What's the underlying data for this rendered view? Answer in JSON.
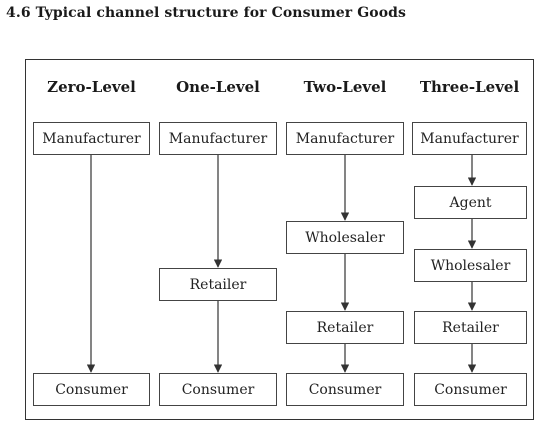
{
  "heading": "4.6 Typical channel structure for Consumer Goods",
  "columns": [
    {
      "title": "Zero-Level",
      "nodes": [
        "Manufacturer",
        "Consumer"
      ]
    },
    {
      "title": "One-Level",
      "nodes": [
        "Manufacturer",
        "Retailer",
        "Consumer"
      ]
    },
    {
      "title": "Two-Level",
      "nodes": [
        "Manufacturer",
        "Wholesaler",
        "Retailer",
        "Consumer"
      ]
    },
    {
      "title": "Three-Level",
      "nodes": [
        "Manufacturer",
        "Agent",
        "Wholesaler",
        "Retailer",
        "Consumer"
      ]
    }
  ],
  "colors": {
    "border": "#444444",
    "arrow": "#333333",
    "text": "#222222"
  }
}
